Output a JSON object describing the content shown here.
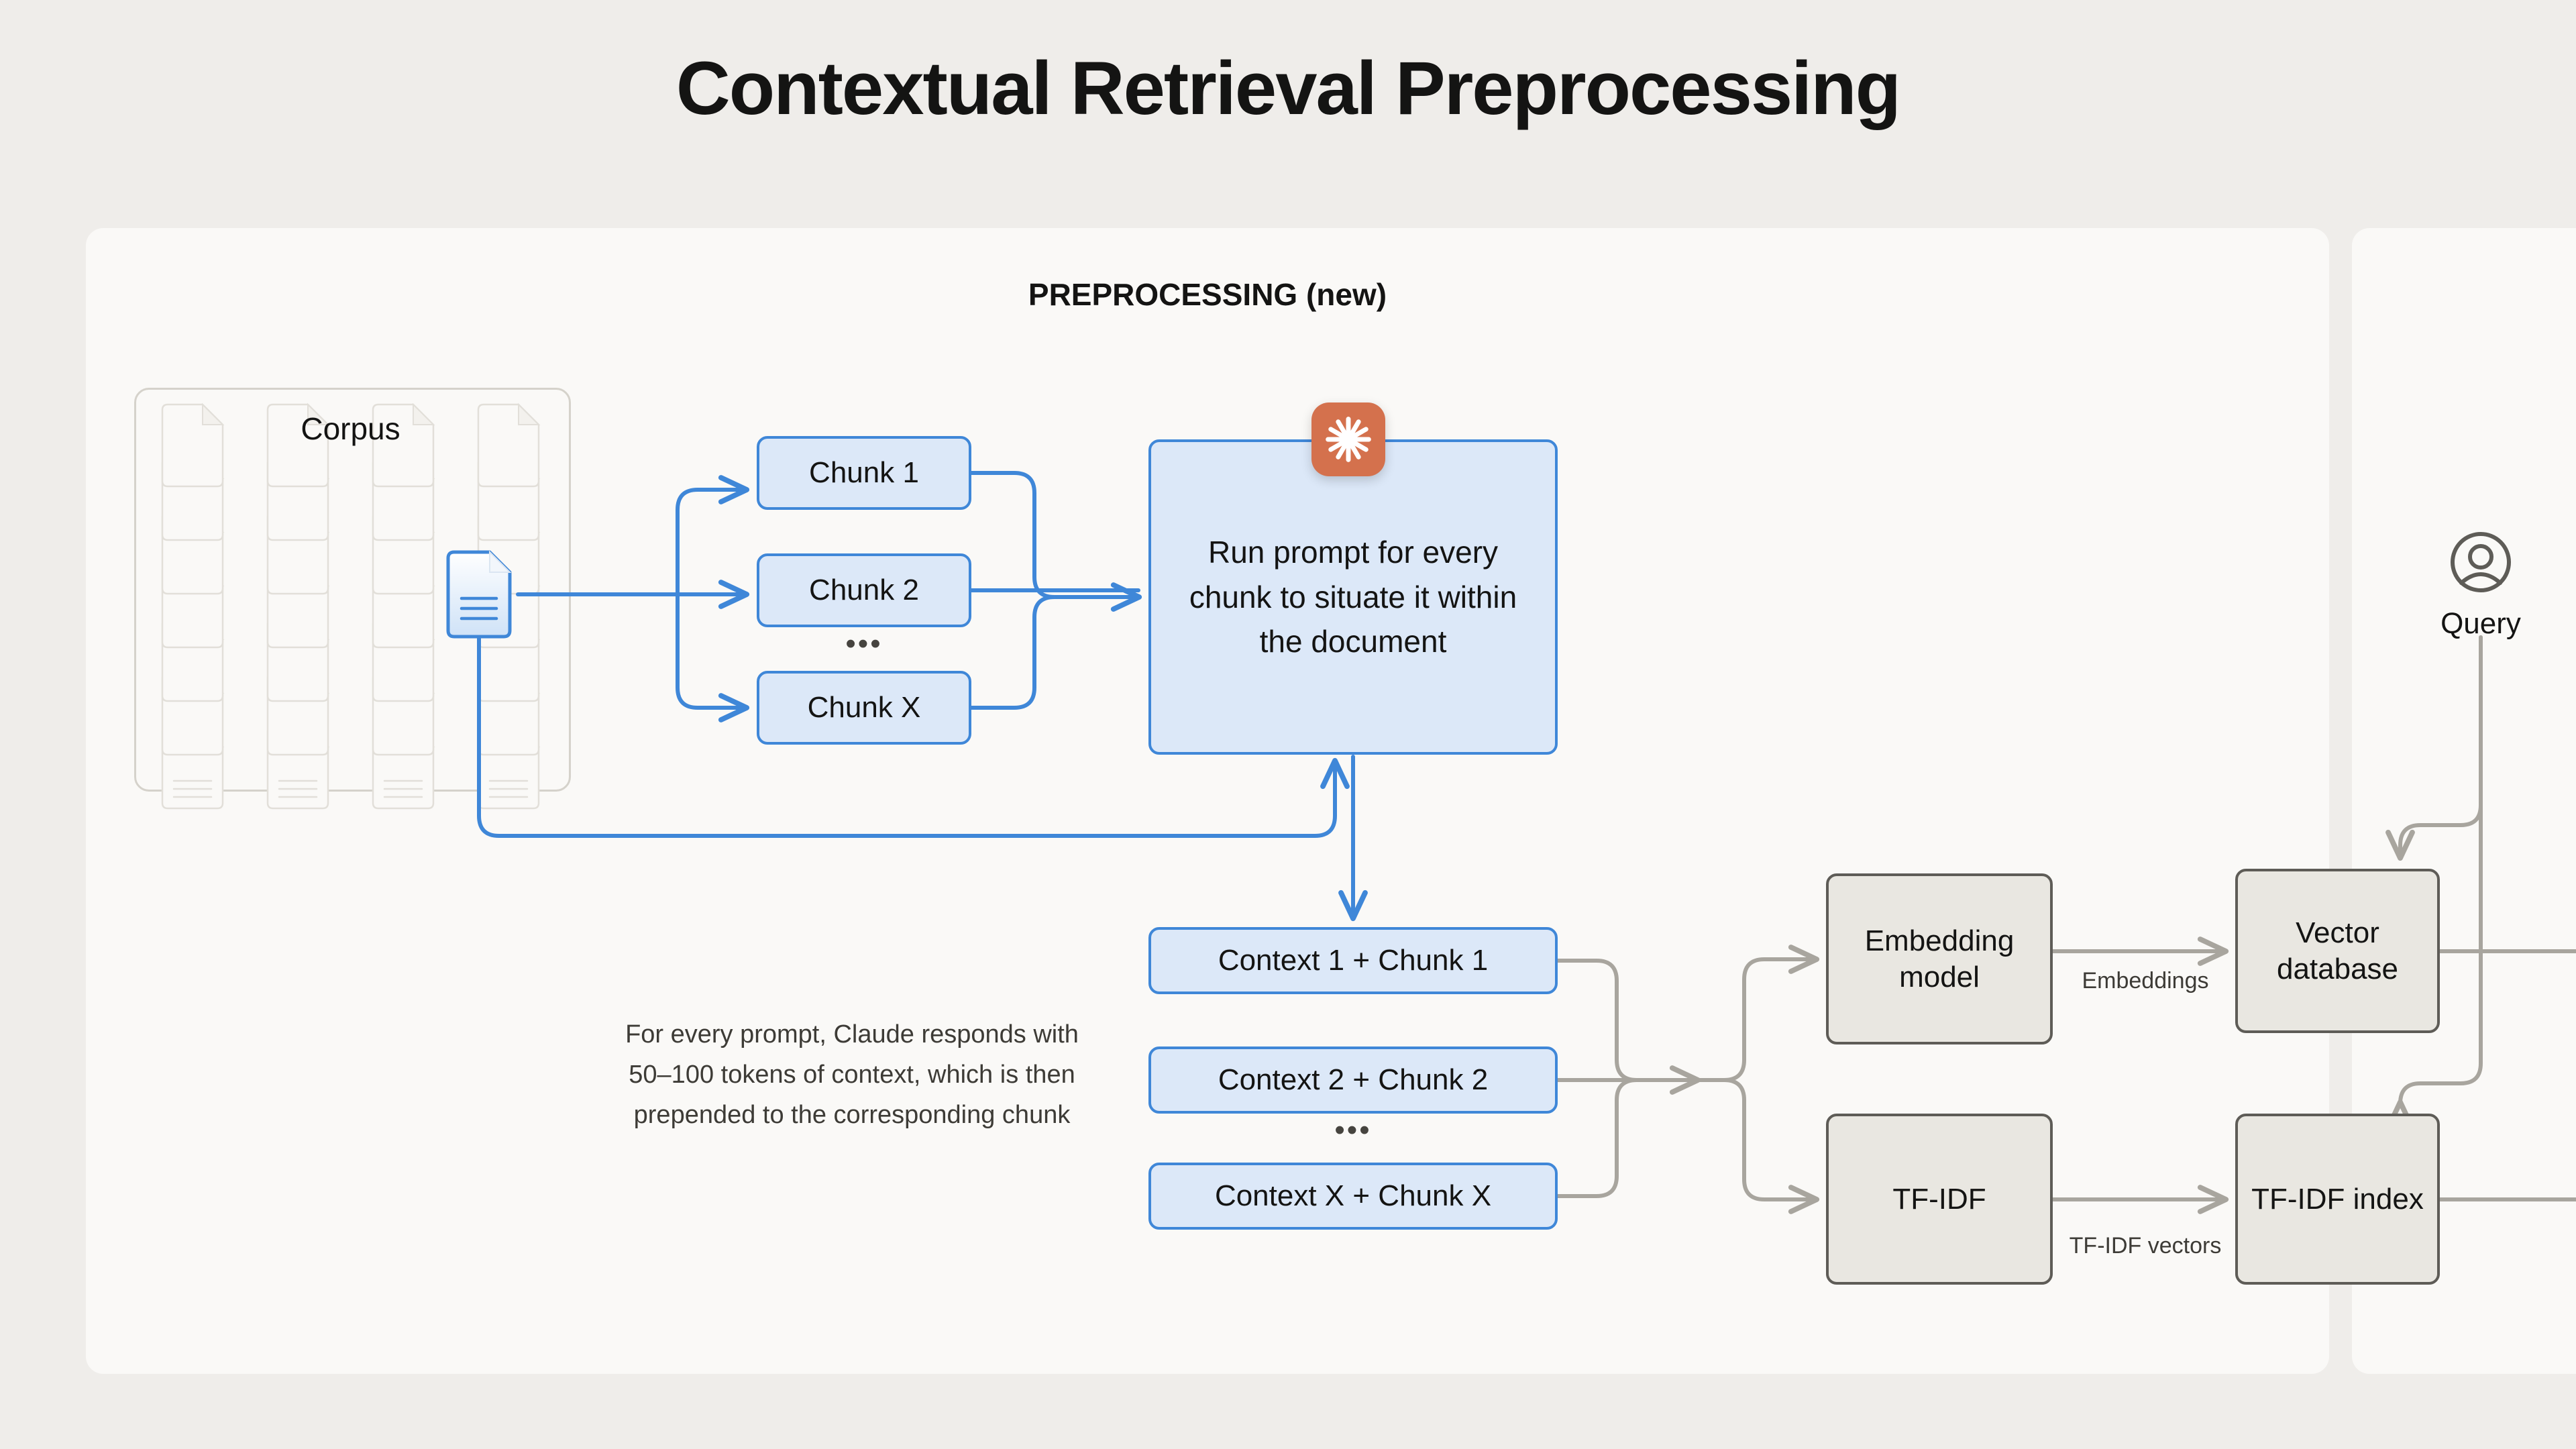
{
  "title": "Contextual Retrieval Preprocessing",
  "section": {
    "heading": "PREPROCESSING (new)"
  },
  "corpus": {
    "label": "Corpus"
  },
  "chunks": [
    {
      "label": "Chunk 1"
    },
    {
      "label": "Chunk 2"
    },
    {
      "label": "Chunk X"
    }
  ],
  "chunk_ellipsis": "•••",
  "prompt": {
    "text": "Run prompt for every chunk to situate it within the document"
  },
  "contexts": [
    {
      "label": "Context 1 + Chunk 1"
    },
    {
      "label": "Context 2 + Chunk 2"
    },
    {
      "label": "Context X + Chunk X"
    }
  ],
  "context_ellipsis": "•••",
  "note": "For every prompt, Claude responds with 50–100 tokens of context, which is then prepended to the corresponding chunk",
  "processors": {
    "embedding_model": "Embedding model",
    "tfidf": "TF-IDF",
    "vector_database": "Vector database",
    "tfidf_index": "TF-IDF index"
  },
  "edge_labels": {
    "embeddings": "Embeddings",
    "tfidf_vectors": "TF-IDF vectors"
  },
  "query": {
    "label": "Query",
    "icon": "user-avatar-icon"
  },
  "icons": {
    "claude_burst": "claude-burst-icon",
    "document": "document-icon"
  },
  "colors": {
    "page_background": "#efedea",
    "panel_background": "#faf9f7",
    "blue_accent": "#3f87d8",
    "blue_fill": "#dce8f8",
    "gray_fill": "#e9e7e1",
    "gray_stroke": "#5e5c57",
    "wire_gray": "#a8a59e",
    "claude_orange": "#d4714d",
    "text": "#141413"
  }
}
